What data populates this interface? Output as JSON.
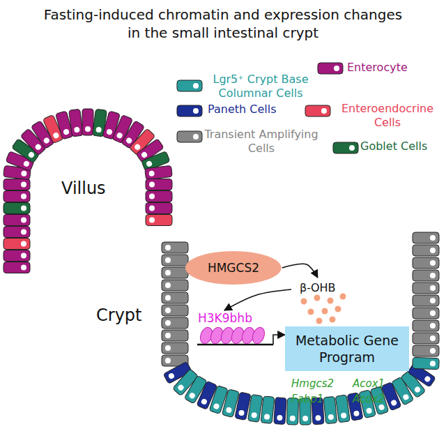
{
  "diagram": {
    "title": "Fasting-induced chromatin and expression changes in the small intestinal crypt",
    "nodes": [
      {
        "text": [
          "HMGCS2"
        ]
      },
      {
        "text": [
          "β-OHB"
        ]
      },
      {
        "text": [
          "H3K9bhb"
        ]
      },
      {
        "text": [
          "Metabolic Gene Program"
        ]
      }
    ],
    "edges": [
      {
        "from": 0,
        "to": 1,
        "arrow": "to"
      },
      {
        "from": 1,
        "to": 2,
        "arrow": "to"
      },
      {
        "from": 2,
        "to": 3,
        "arrow": "to"
      }
    ],
    "labels": [
      "Villus",
      "Crypt",
      "Hmgcs2",
      "Acox1",
      "Fabp1",
      "Acox2"
    ],
    "legend": [
      {
        "text": "Lgr5⁺ Crypt Base Columnar Cells",
        "color": "#2a9d9d"
      },
      {
        "text": "Enterocyte",
        "color": "#a2187c"
      },
      {
        "text": "Paneth Cells",
        "color": "#1c2f94"
      },
      {
        "text": "Enteroendocrine Cells",
        "color": "#e8435a"
      },
      {
        "text": "Transient Amplifying Cells",
        "color": "#858585"
      },
      {
        "text": "Goblet Cells",
        "color": "#1d6b3e"
      }
    ]
  }
}
